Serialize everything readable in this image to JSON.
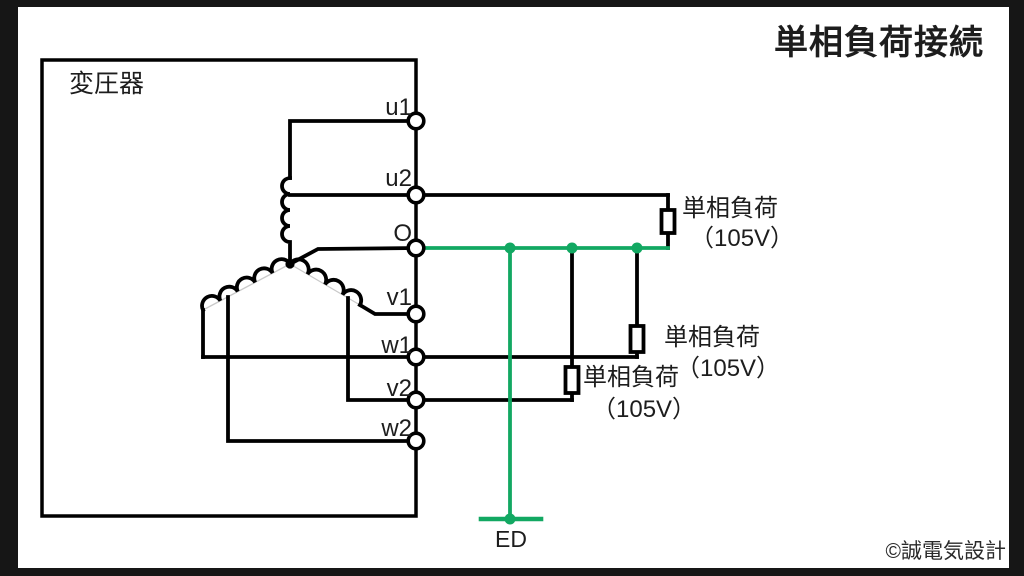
{
  "title": "単相負荷接続",
  "copyright": "©誠電気設計",
  "colors": {
    "wire": "#000000",
    "neutral_wire": "#12a862",
    "frame": "#161616"
  },
  "transformer": {
    "label": "変圧器"
  },
  "terminals": {
    "u1": "u1",
    "u2": "u2",
    "o": "O",
    "v1": "v1",
    "w1": "w1",
    "v2": "v2",
    "w2": "w2"
  },
  "loads": [
    {
      "name": "単相負荷",
      "voltage": "（105V）",
      "between": "u2-O"
    },
    {
      "name": "単相負荷",
      "voltage": "（105V）",
      "between": "w1-O"
    },
    {
      "name": "単相負荷",
      "voltage": "（105V）",
      "between": "v2-O"
    }
  ],
  "ground": {
    "label": "ED"
  }
}
